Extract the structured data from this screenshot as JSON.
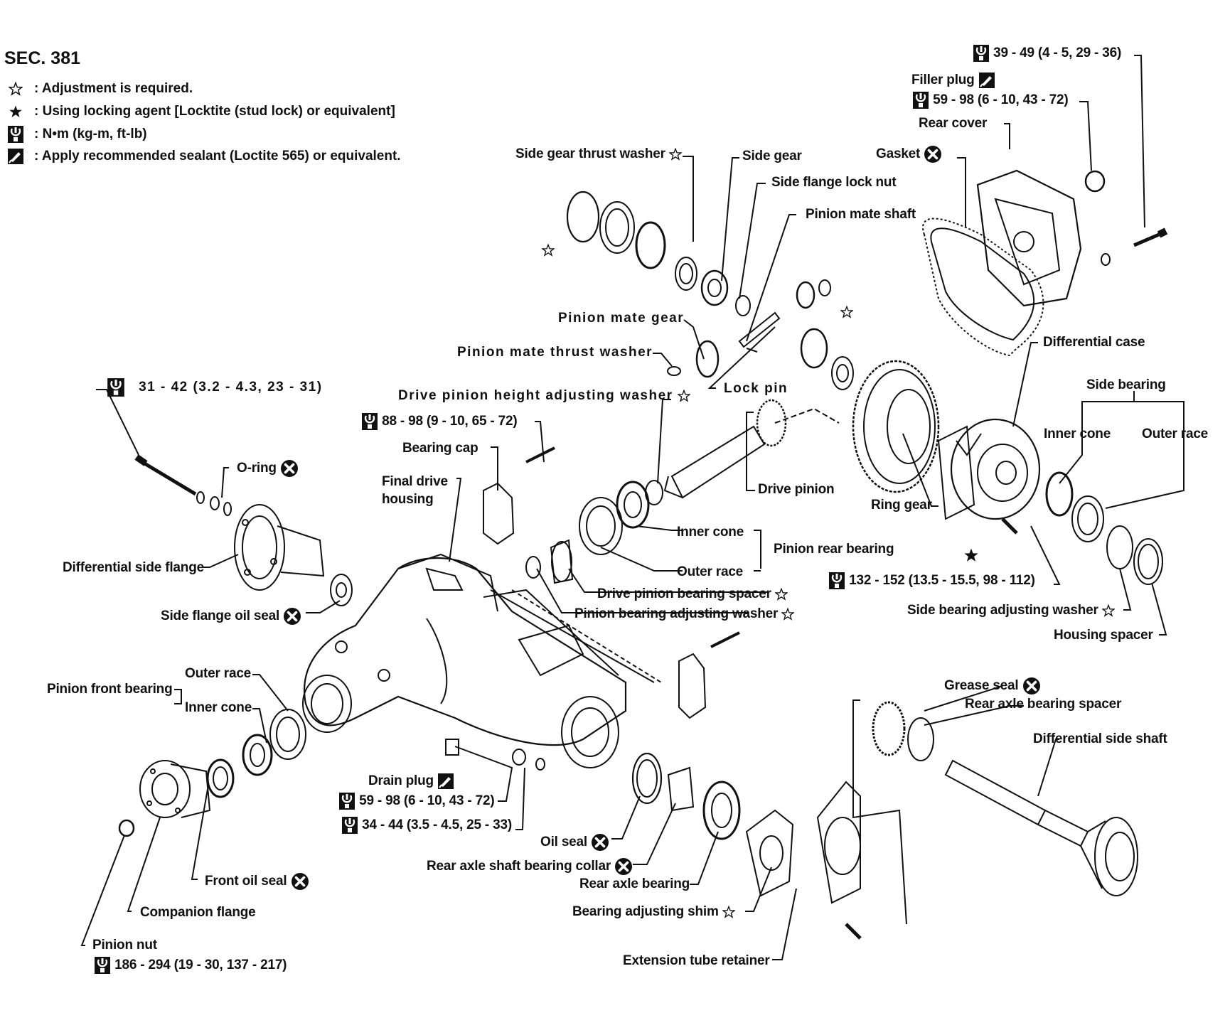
{
  "section": "SEC. 381",
  "legend": {
    "adjust": ":  Adjustment is required.",
    "locking": ":  Using locking agent [Locktite (stud lock) or equivalent]",
    "torque_unit": ":  N•m (kg-m, ft-lb)",
    "sealant": ": Apply recommended sealant (Loctite 565) or equivalent."
  },
  "icons": {
    "open_star": "open-star-icon",
    "filled_star": "filled-star-icon",
    "torque": "torque-wrench-icon",
    "sealant": "sealant-tube-icon",
    "replace": "replace-x-icon"
  },
  "labels": {
    "torque_top": "39 - 49 (4 - 5, 29 - 36)",
    "filler_plug": "Filler plug",
    "torque_filler": "59 - 98 (6 - 10, 43 - 72)",
    "rear_cover": "Rear cover",
    "gasket": "Gasket",
    "side_gear_thrust_washer": "Side gear thrust washer",
    "side_gear": "Side gear",
    "side_flange_lock_nut": "Side flange lock nut",
    "pinion_mate_shaft": "Pinion mate shaft",
    "pinion_mate_gear": "Pinion mate gear",
    "pinion_mate_thrust_washer": "Pinion mate thrust washer",
    "lock_pin": "Lock pin",
    "differential_case": "Differential case",
    "side_bearing": "Side bearing",
    "inner_cone_sb": "Inner cone",
    "outer_race_sb": "Outer race",
    "torque_flange_bolt": "31 - 42 (3.2 - 4.3, 23 - 31)",
    "drive_pinion_height_washer": "Drive pinion height adjusting washer",
    "torque_bearing_cap": "88 - 98 (9 - 10, 65 - 72)",
    "bearing_cap": "Bearing cap",
    "o_ring": "O-ring",
    "final_drive_housing_1": "Final drive",
    "final_drive_housing_2": "housing",
    "drive_pinion": "Drive pinion",
    "ring_gear": "Ring gear",
    "inner_cone_rear": "Inner cone",
    "pinion_rear_bearing": "Pinion rear bearing",
    "outer_race_rear": "Outer race",
    "torque_ring_gear": "132 - 152 (13.5 - 15.5, 98 - 112)",
    "differential_side_flange": "Differential side flange",
    "drive_pinion_bearing_spacer": "Drive pinion bearing spacer",
    "pinion_bearing_adjusting_washer": "Pinion bearing adjusting washer",
    "side_bearing_adjusting_washer": "Side bearing adjusting washer",
    "side_flange_oil_seal": "Side flange oil seal",
    "housing_spacer": "Housing spacer",
    "outer_race_front": "Outer race",
    "pinion_front_bearing": "Pinion front bearing",
    "inner_cone_front": "Inner cone",
    "grease_seal": "Grease seal",
    "rear_axle_bearing_spacer": "Rear axle bearing spacer",
    "differential_side_shaft": "Differential side shaft",
    "drain_plug": "Drain plug",
    "torque_drain": "59 - 98 (6 - 10, 43 - 72)",
    "torque_34": "34 - 44 (3.5 - 4.5, 25 - 33)",
    "oil_seal": "Oil seal",
    "rear_axle_shaft_bearing_collar": "Rear axle shaft bearing collar",
    "rear_axle_bearing": "Rear axle bearing",
    "front_oil_seal": "Front oil seal",
    "bearing_adjusting_shim": "Bearing adjusting shim",
    "companion_flange": "Companion flange",
    "pinion_nut": "Pinion nut",
    "torque_pinion_nut": "186 - 294 (19 - 30, 137 - 217)",
    "extension_tube_retainer": "Extension tube retainer"
  }
}
